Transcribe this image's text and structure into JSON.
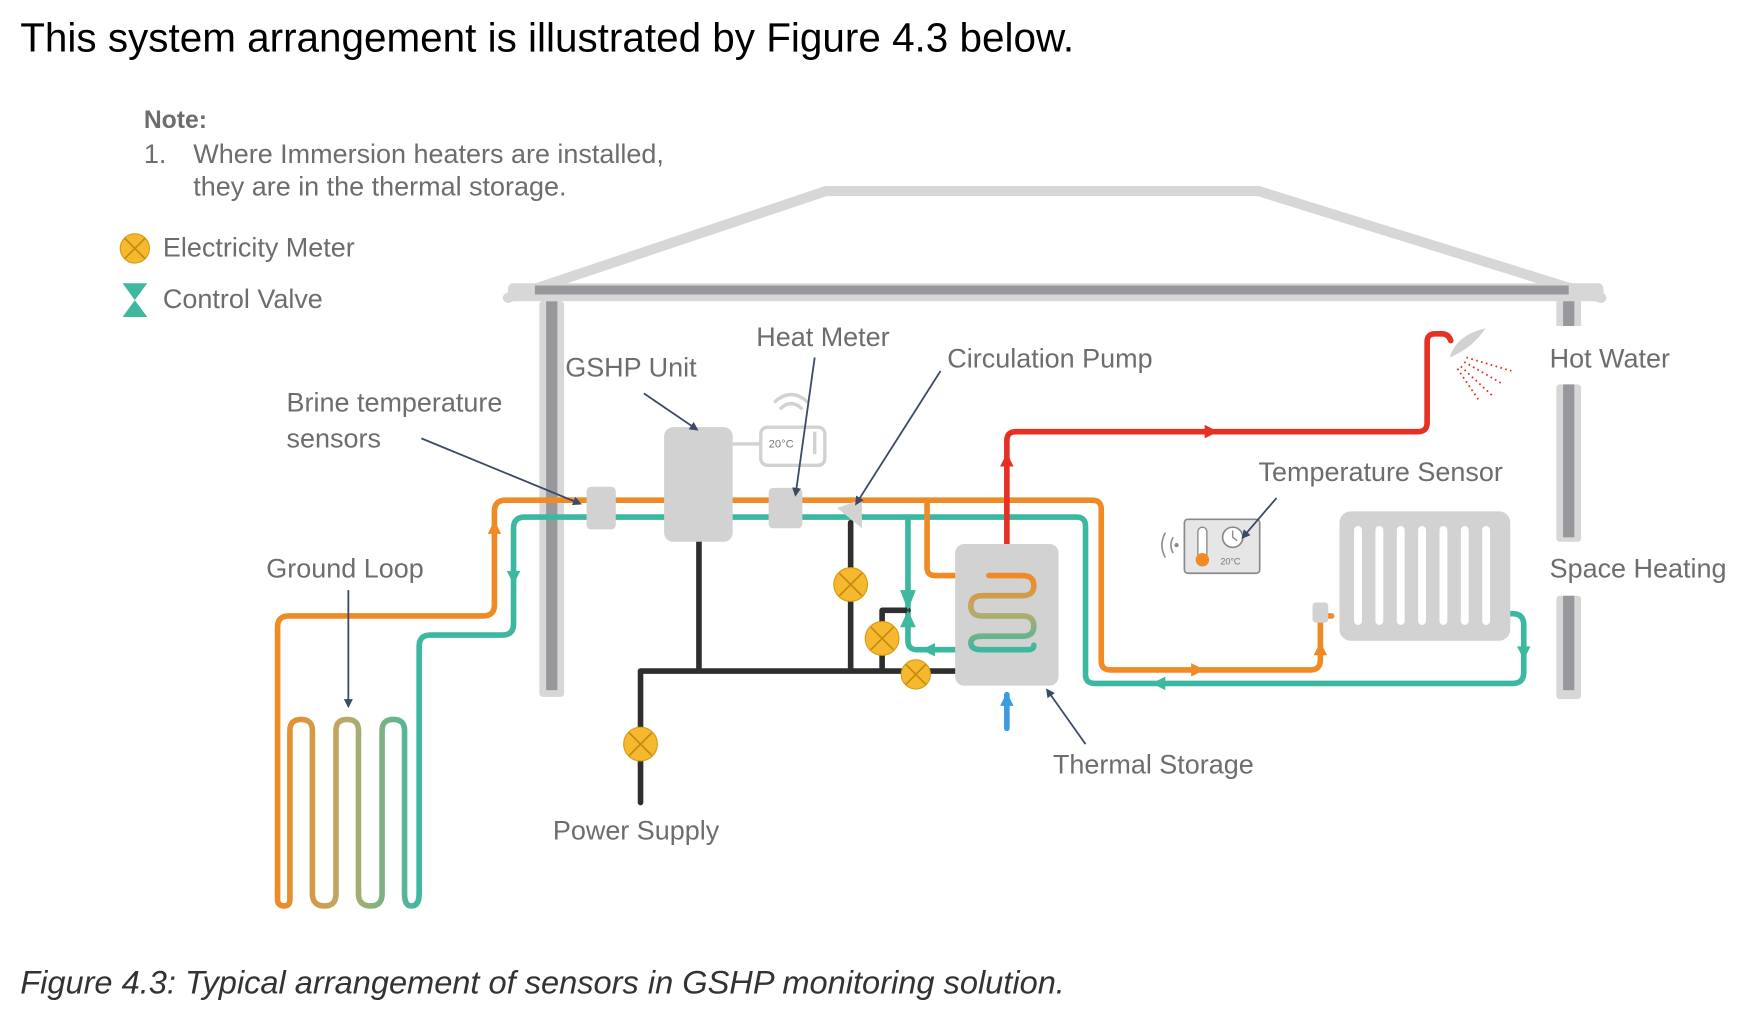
{
  "intro_text": "This system arrangement is illustrated by Figure 4.3 below.",
  "caption": "Figure 4.3: Typical arrangement of sensors in GSHP monitoring solution.",
  "note": {
    "title": "Note:",
    "number": "1.",
    "line1": "Where Immersion heaters are installed,",
    "line2": "they are in the thermal storage."
  },
  "legend": [
    {
      "icon": "electricity-meter-icon",
      "label": "Electricity Meter",
      "color": "#f5b82e"
    },
    {
      "icon": "control-valve-icon",
      "label": "Control Valve",
      "color": "#3fb8a0"
    }
  ],
  "labels": {
    "brine_line1": "Brine temperature",
    "brine_line2": "sensors",
    "gshp_unit": "GSHP Unit",
    "heat_meter": "Heat Meter",
    "circulation_pump": "Circulation Pump",
    "hot_water": "Hot Water",
    "temperature_sensor": "Temperature Sensor",
    "space_heating": "Space Heating",
    "ground_loop": "Ground Loop",
    "thermal_storage": "Thermal Storage",
    "power_supply": "Power Supply"
  },
  "device_readouts": {
    "heat_meter_display": "20°C",
    "thermostat_display": "20°C"
  },
  "colors": {
    "flow_hot": "#f08a24",
    "return_cold": "#3db8a0",
    "domestic_hot_water": "#e53023",
    "cold_feed": "#3a9be0",
    "meter": "#f5b82e",
    "structure": "#d4d4d4",
    "structure_dark": "#98979b"
  }
}
